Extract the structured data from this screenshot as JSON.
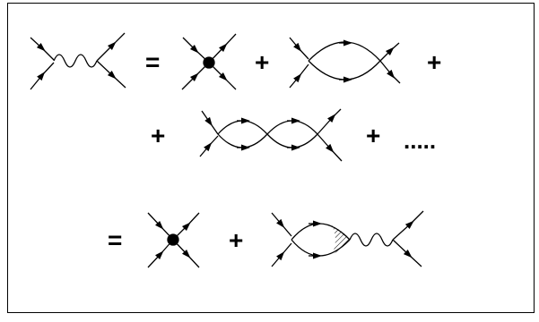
{
  "operators": {
    "eq1": "=",
    "plus1": "+",
    "plus2": "+",
    "plus3": "+",
    "plus4": "+",
    "dots": ".....",
    "eq2": "=",
    "plus5": "+"
  },
  "colors": {
    "ink": "#000000",
    "background": "#ffffff",
    "hatch": "#000000"
  },
  "diagram_elements": [
    "propagator-wavy-line",
    "four-point-vertex-dot",
    "one-loop-bubble",
    "two-loop-chain",
    "hatched-blob"
  ]
}
